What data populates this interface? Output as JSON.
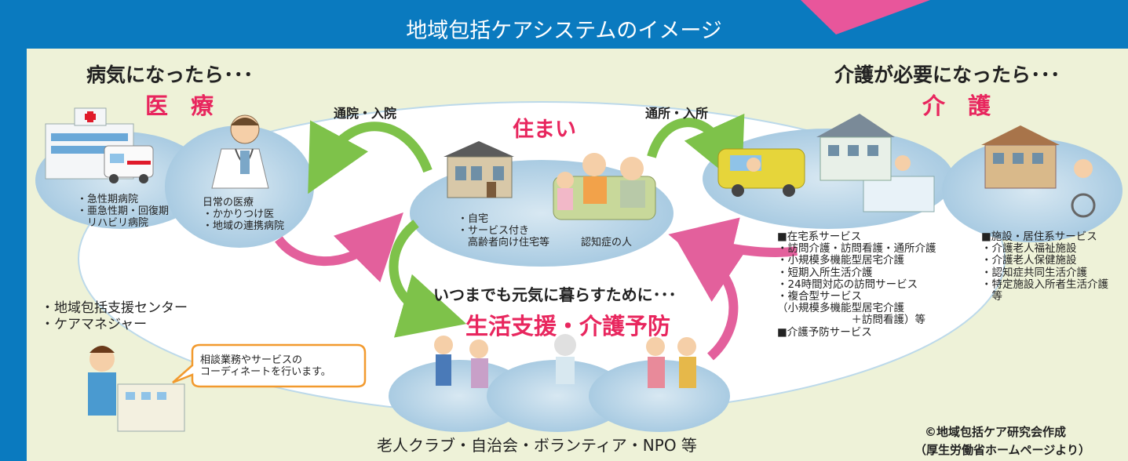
{
  "title": "地域包括ケアシステムのイメージ",
  "medical": {
    "heading": "病気になったら･･･",
    "category": "医　療",
    "hospital_text": "・急性期病院\n・亜急性期・回復期\n　リハビリ病院",
    "daily_text": "日常の医療\n・かかりつけ医\n・地域の連携病院"
  },
  "care": {
    "heading": "介護が必要になったら･･･",
    "category": "介　護",
    "home_services": "■在宅系サービス\n・訪問介護・訪問看護・通所介護\n・小規模多機能型居宅介護\n・短期入所生活介護\n・24時間対応の訪問サービス\n・複合型サービス\n（小規模多機能型居宅介護\n　　　　　　　＋訪問看護）等\n■介護予防サービス",
    "facility_services": "■施設・居住系サービス\n・介護老人福祉施設\n・介護老人保健施設\n・認知症共同生活介護\n・特定施設入所者生活介護\n　等"
  },
  "housing": {
    "heading": "住まい",
    "text": "・自宅\n・サービス付き\n　高齢者向け住宅等",
    "dementia": "認知症の人"
  },
  "arrows": {
    "hospital": "通院・入院",
    "facility": "通所・入所"
  },
  "support": {
    "subheading": "いつまでも元気に暮らすために･･･",
    "heading": "生活支援・介護予防",
    "groups": "老人クラブ・自治会・ボランティア・NPO 等"
  },
  "center": {
    "text": "・地域包括支援センター\n・ケアマネジャー",
    "bubble": "相談業務やサービスの\nコーディネートを行います。"
  },
  "credit": {
    "line1": "©地域包括ケア研究会作成",
    "line2": "（厚生労働省ホームページより）"
  }
}
